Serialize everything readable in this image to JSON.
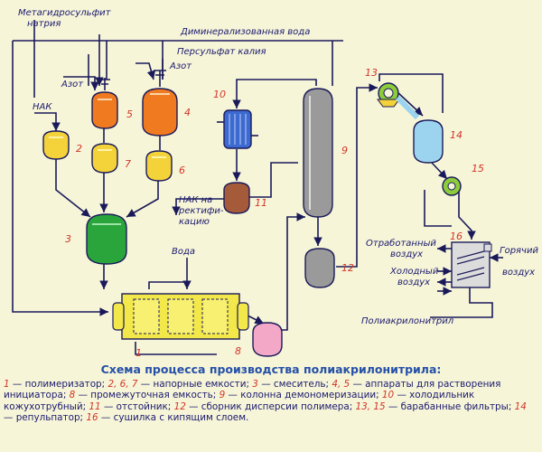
{
  "labels": {
    "metabisulfite": [
      "Метагидросульфит",
      "натрия"
    ],
    "demin_water": "Диминерализованная вода",
    "persulfate": "Персульфат калия",
    "nitrogen": "Азот",
    "nak": "НАК",
    "nak_rect": [
      "НАК на",
      "ректифи-",
      "кацию"
    ],
    "water": "Вода",
    "exhaust_air": [
      "Отработанный",
      "воздух"
    ],
    "cold_air": [
      "Холодный",
      "воздух"
    ],
    "hot_air": [
      "Горячий",
      "воздух"
    ],
    "product": "Полиакрилонитрил"
  },
  "numbers": [
    "1",
    "2",
    "3",
    "4",
    "5",
    "6",
    "7",
    "8",
    "9",
    "10",
    "11",
    "12",
    "13",
    "14",
    "15",
    "16"
  ],
  "colors": {
    "background": "#f7f5d8",
    "vessel_orange": "#f07a20",
    "vessel_yellow": "#f3d23a",
    "vessel_green": "#2aa53c",
    "vessel_blue": "#3c6ad0",
    "vessel_brown": "#a55a3a",
    "vessel_grey": "#9a9a9a",
    "vessel_lightblue": "#9cd4f0",
    "vessel_pink": "#f4a8c8",
    "filter_green": "#8ccc3a",
    "numbers_red": "#d2352a",
    "text_blue": "#1a1a6e"
  },
  "legend": {
    "title": "Схема процесса производства полиакрилонитрила:",
    "items": [
      {
        "num": "1",
        "text": " — полимеризатор; "
      },
      {
        "num": "2, 6, 7",
        "text": " — напорные емкости; "
      },
      {
        "num": "3",
        "text": " — смеситель; "
      },
      {
        "num": "4, 5",
        "text": " — аппараты для растворения инициатора; "
      },
      {
        "num": "8",
        "text": " — промежуточная емкость; "
      },
      {
        "num": "9",
        "text": " — колонна демономеризации; "
      },
      {
        "num": "10",
        "text": " — холодильник кожухотрубный; "
      },
      {
        "num": "11",
        "text": " — отстойник; "
      },
      {
        "num": "12",
        "text": " — сборник дисперсии полимера; "
      },
      {
        "num": "13, 15",
        "text": " — барабанные фильтры; "
      },
      {
        "num": "14",
        "text": " — репульпатор; "
      },
      {
        "num": "16",
        "text": " — сушилка с кипящим слоем."
      }
    ]
  }
}
